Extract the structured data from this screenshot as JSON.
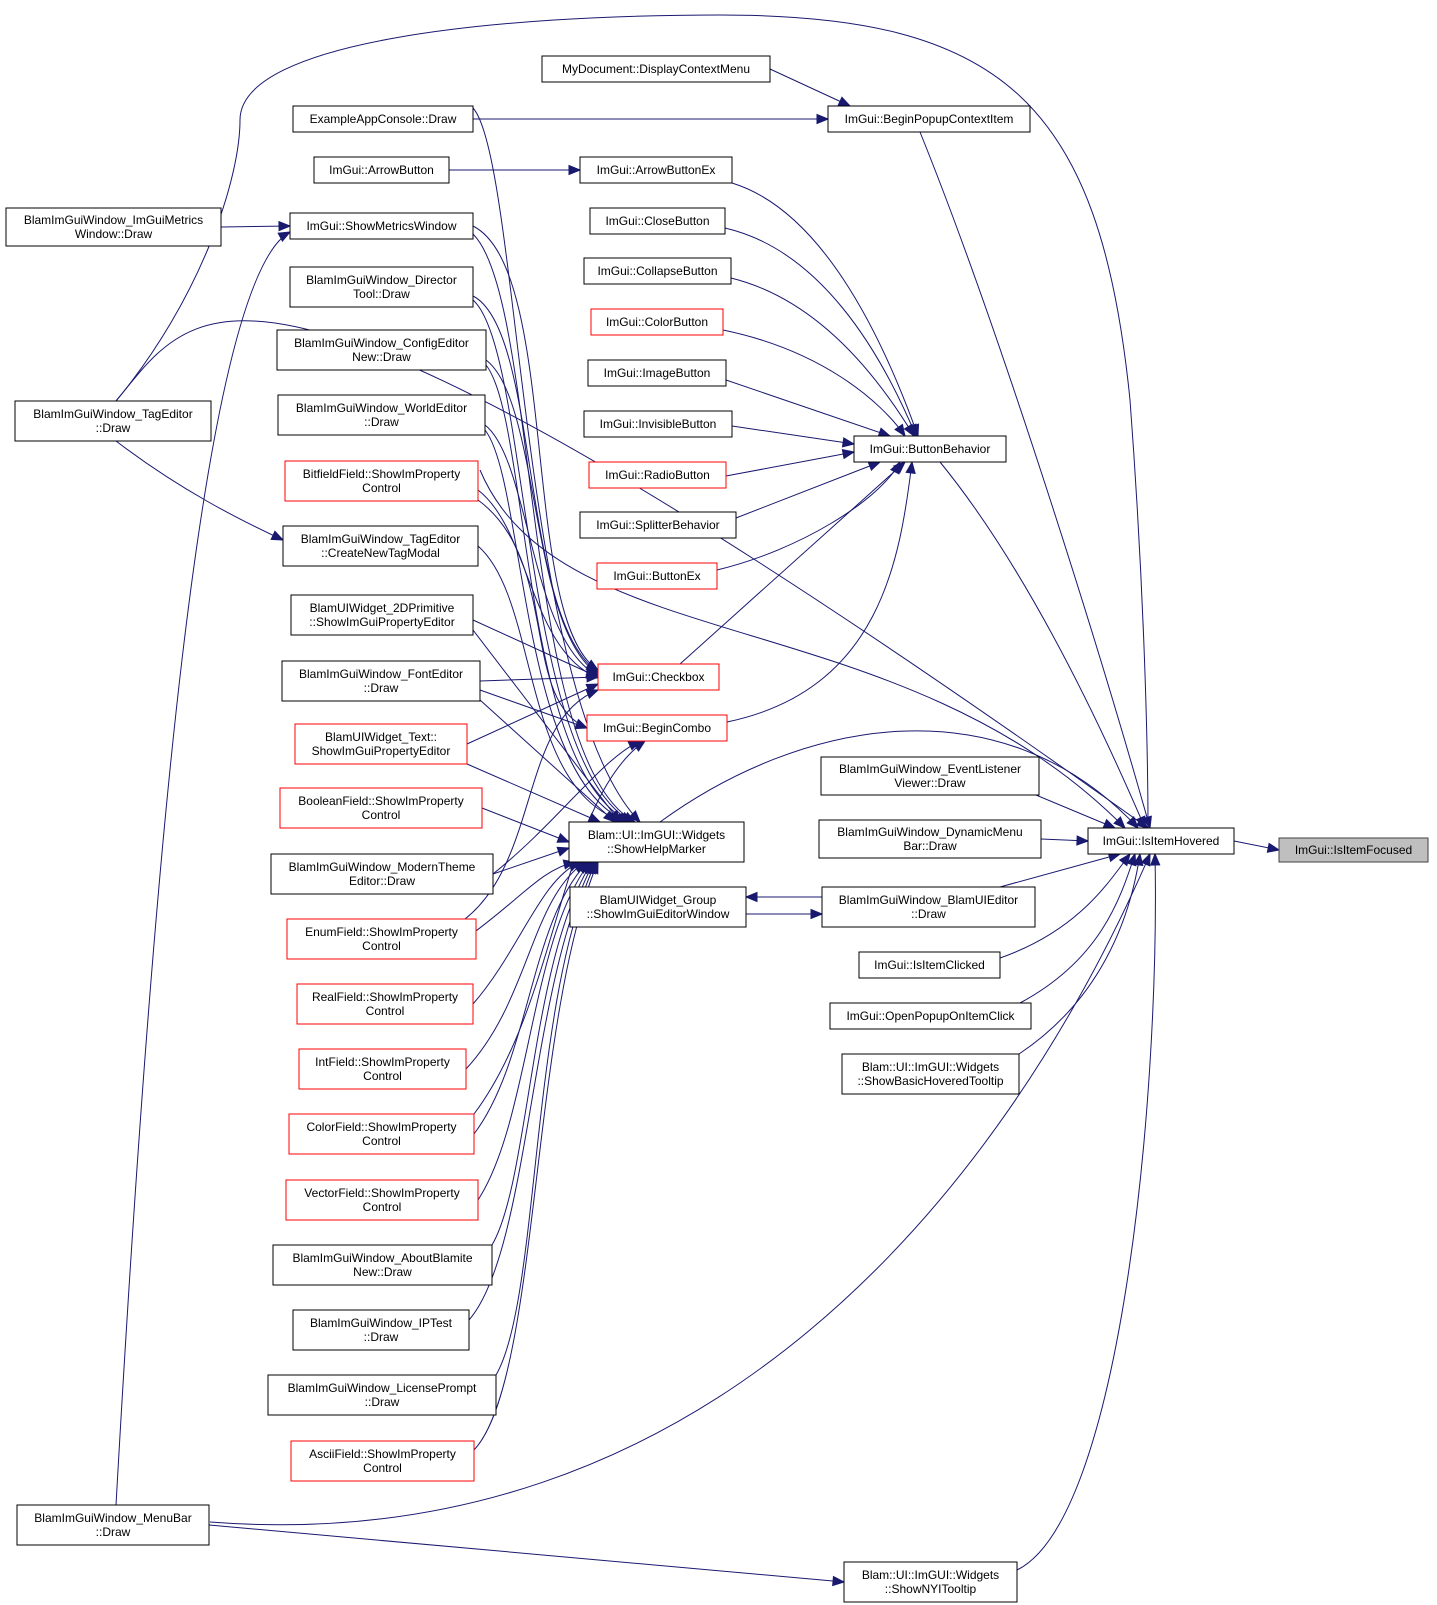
{
  "graph": {
    "nodes": [
      {
        "id": "isitemfocused",
        "lines": [
          "ImGui::IsItemFocused"
        ],
        "style": "focus"
      },
      {
        "id": "isitemhovered",
        "lines": [
          "ImGui::IsItemHovered"
        ],
        "style": "black"
      },
      {
        "id": "beginpopupcontextitem",
        "lines": [
          "ImGui::BeginPopupContextItem"
        ],
        "style": "black"
      },
      {
        "id": "mydocument",
        "lines": [
          "MyDocument::DisplayContextMenu"
        ],
        "style": "black"
      },
      {
        "id": "exampleappconsole",
        "lines": [
          "ExampleAppConsole::Draw"
        ],
        "style": "black"
      },
      {
        "id": "arrowbutton",
        "lines": [
          "ImGui::ArrowButton"
        ],
        "style": "black"
      },
      {
        "id": "arrowbuttonex",
        "lines": [
          "ImGui::ArrowButtonEx"
        ],
        "style": "black"
      },
      {
        "id": "closebutton",
        "lines": [
          "ImGui::CloseButton"
        ],
        "style": "black"
      },
      {
        "id": "collapsebutton",
        "lines": [
          "ImGui::CollapseButton"
        ],
        "style": "black"
      },
      {
        "id": "colorbutton",
        "lines": [
          "ImGui::ColorButton"
        ],
        "style": "red"
      },
      {
        "id": "imagebutton",
        "lines": [
          "ImGui::ImageButton"
        ],
        "style": "black"
      },
      {
        "id": "invisiblebutton",
        "lines": [
          "ImGui::InvisibleButton"
        ],
        "style": "black"
      },
      {
        "id": "radiobutton",
        "lines": [
          "ImGui::RadioButton"
        ],
        "style": "red"
      },
      {
        "id": "splitterbehavior",
        "lines": [
          "ImGui::SplitterBehavior"
        ],
        "style": "black"
      },
      {
        "id": "buttonex",
        "lines": [
          "ImGui::ButtonEx"
        ],
        "style": "red"
      },
      {
        "id": "buttonbehavior",
        "lines": [
          "ImGui::ButtonBehavior"
        ],
        "style": "black"
      },
      {
        "id": "checkbox",
        "lines": [
          "ImGui::Checkbox"
        ],
        "style": "red"
      },
      {
        "id": "begincombo",
        "lines": [
          "ImGui::BeginCombo"
        ],
        "style": "red"
      },
      {
        "id": "showhelpmarker",
        "lines": [
          "Blam::UI::ImGUI::Widgets",
          "::ShowHelpMarker"
        ],
        "style": "black"
      },
      {
        "id": "showmetricswindow",
        "lines": [
          "ImGui::ShowMetricsWindow"
        ],
        "style": "black"
      },
      {
        "id": "imguimetrics",
        "lines": [
          "BlamImGuiWindow_ImGuiMetrics",
          "Window::Draw"
        ],
        "style": "black"
      },
      {
        "id": "directortool",
        "lines": [
          "BlamImGuiWindow_Director",
          "Tool::Draw"
        ],
        "style": "black"
      },
      {
        "id": "configeditor",
        "lines": [
          "BlamImGuiWindow_ConfigEditor",
          "New::Draw"
        ],
        "style": "black"
      },
      {
        "id": "worldeditor",
        "lines": [
          "BlamImGuiWindow_WorldEditor",
          "::Draw"
        ],
        "style": "black"
      },
      {
        "id": "bitfieldfield",
        "lines": [
          "BitfieldField::ShowImProperty",
          "Control"
        ],
        "style": "red"
      },
      {
        "id": "tageditor",
        "lines": [
          "BlamImGuiWindow_TagEditor",
          "::Draw"
        ],
        "style": "black"
      },
      {
        "id": "createnewtagmodal",
        "lines": [
          "BlamImGuiWindow_TagEditor",
          "::CreateNewTagModal"
        ],
        "style": "black"
      },
      {
        "id": "primitive2d",
        "lines": [
          "BlamUIWidget_2DPrimitive",
          "::ShowImGuiPropertyEditor"
        ],
        "style": "black"
      },
      {
        "id": "fonteditor",
        "lines": [
          "BlamImGuiWindow_FontEditor",
          "::Draw"
        ],
        "style": "black"
      },
      {
        "id": "widgettext",
        "lines": [
          "BlamUIWidget_Text::",
          "ShowImGuiPropertyEditor"
        ],
        "style": "red"
      },
      {
        "id": "booleanfield",
        "lines": [
          "BooleanField::ShowImProperty",
          "Control"
        ],
        "style": "red"
      },
      {
        "id": "moderntheme",
        "lines": [
          "BlamImGuiWindow_ModernTheme",
          "Editor::Draw"
        ],
        "style": "black"
      },
      {
        "id": "enumfield",
        "lines": [
          "EnumField::ShowImProperty",
          "Control"
        ],
        "style": "red"
      },
      {
        "id": "realfield",
        "lines": [
          "RealField::ShowImProperty",
          "Control"
        ],
        "style": "red"
      },
      {
        "id": "intfield",
        "lines": [
          "IntField::ShowImProperty",
          "Control"
        ],
        "style": "red"
      },
      {
        "id": "colorfield",
        "lines": [
          "ColorField::ShowImProperty",
          "Control"
        ],
        "style": "red"
      },
      {
        "id": "vectorfield",
        "lines": [
          "VectorField::ShowImProperty",
          "Control"
        ],
        "style": "red"
      },
      {
        "id": "aboutblamite",
        "lines": [
          "BlamImGuiWindow_AboutBlamite",
          "New::Draw"
        ],
        "style": "black"
      },
      {
        "id": "iptest",
        "lines": [
          "BlamImGuiWindow_IPTest",
          "::Draw"
        ],
        "style": "black"
      },
      {
        "id": "licenseprompt",
        "lines": [
          "BlamImGuiWindow_LicensePrompt",
          "::Draw"
        ],
        "style": "black"
      },
      {
        "id": "asciifield",
        "lines": [
          "AsciiField::ShowImProperty",
          "Control"
        ],
        "style": "red"
      },
      {
        "id": "menubar",
        "lines": [
          "BlamImGuiWindow_MenuBar",
          "::Draw"
        ],
        "style": "black"
      },
      {
        "id": "eventlistener",
        "lines": [
          "BlamImGuiWindow_EventListener",
          "Viewer::Draw"
        ],
        "style": "black"
      },
      {
        "id": "dynamicmenu",
        "lines": [
          "BlamImGuiWindow_DynamicMenu",
          "Bar::Draw"
        ],
        "style": "black"
      },
      {
        "id": "widgetgroup",
        "lines": [
          "BlamUIWidget_Group",
          "::ShowImGuiEditorWindow"
        ],
        "style": "black"
      },
      {
        "id": "blamuieditor",
        "lines": [
          "BlamImGuiWindow_BlamUIEditor",
          "::Draw"
        ],
        "style": "black"
      },
      {
        "id": "isitemclicked",
        "lines": [
          "ImGui::IsItemClicked"
        ],
        "style": "black"
      },
      {
        "id": "openpopuponitemclick",
        "lines": [
          "ImGui::OpenPopupOnItemClick"
        ],
        "style": "black"
      },
      {
        "id": "showbasichoveredtooltip",
        "lines": [
          "Blam::UI::ImGUI::Widgets",
          "::ShowBasicHoveredTooltip"
        ],
        "style": "black"
      },
      {
        "id": "shownyitooltip",
        "lines": [
          "Blam::UI::ImGUI::Widgets",
          "::ShowNYITooltip"
        ],
        "style": "black"
      }
    ],
    "colors": {
      "edge": "#191970",
      "red_border": "#ff0000",
      "focus_fill": "#bfbfbf"
    }
  }
}
